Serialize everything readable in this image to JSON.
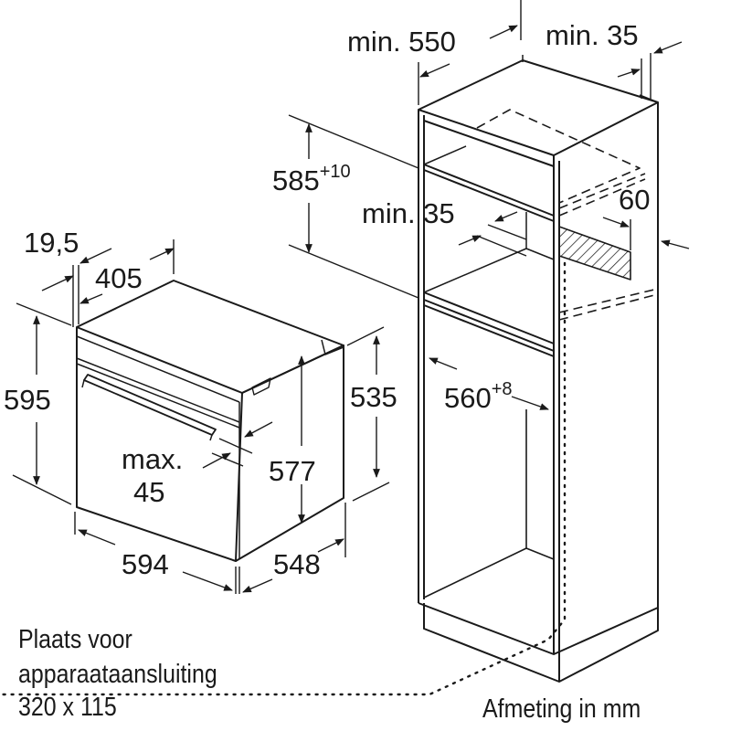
{
  "diagram": {
    "type": "built-in oven installation dimension drawing",
    "units_note": "Afmeting in mm",
    "oven": {
      "dims": {
        "front_panel_depth": "19,5",
        "top_depth": "405",
        "total_height": "595",
        "body_height": "535",
        "inner_height": "577",
        "door_clearance": {
          "line1": "max.",
          "line2": "45"
        },
        "width": "594",
        "body_depth": "548"
      }
    },
    "cabinet": {
      "dims": {
        "min_depth": "min. 550",
        "rear_gap_top": "min. 35",
        "niche_height": "585",
        "niche_height_tolerance": "+10",
        "shelf_gap": "min. 35",
        "vent_gap": "60",
        "niche_width": "560",
        "niche_width_tolerance": "+8"
      }
    },
    "connection_note": {
      "line1": "Plaats voor",
      "line2": "apparaataansluiting",
      "line3": "320 x 115"
    }
  },
  "colors": {
    "line": "#1a1a1a",
    "background": "#ffffff"
  }
}
